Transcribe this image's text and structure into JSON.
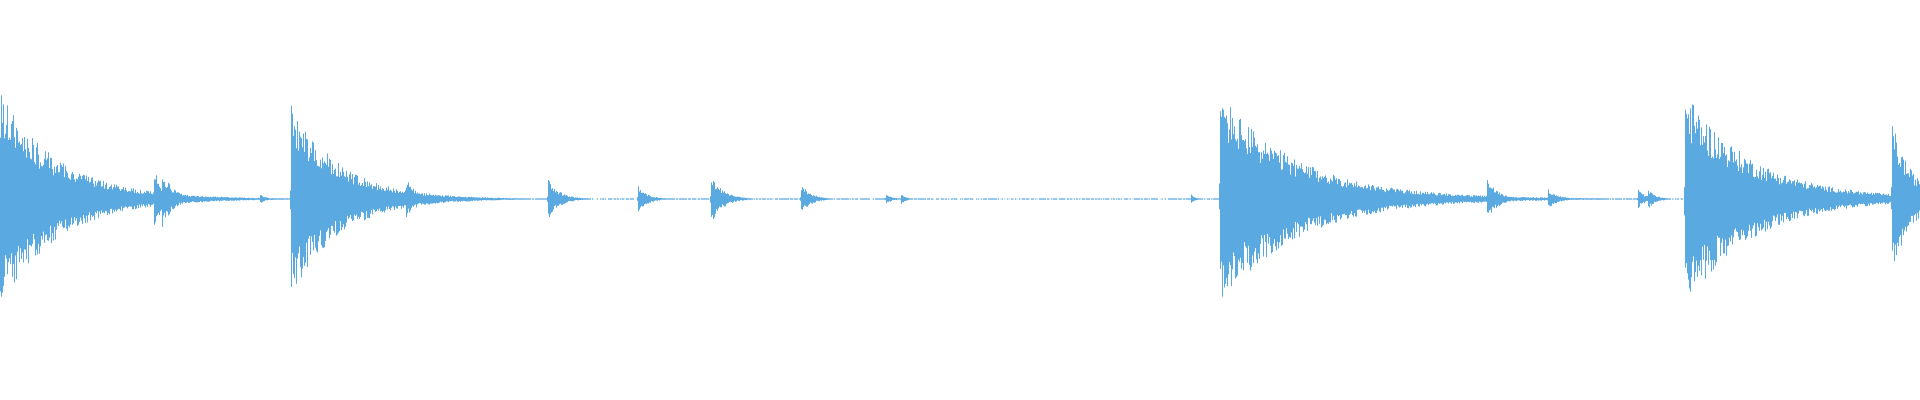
{
  "waveform": {
    "color": "#5aa9e0",
    "background": "#ffffff",
    "baseline_amplitude": 0.006,
    "onsets": [
      {
        "t": 0.0,
        "amp": 1.0,
        "decay": 0.03,
        "tail": 0.07
      },
      {
        "t": 0.08,
        "amp": 0.3,
        "decay": 0.004,
        "tail": 0.0
      },
      {
        "t": 0.084,
        "amp": 0.28,
        "decay": 0.006,
        "tail": 0.02
      },
      {
        "t": 0.135,
        "amp": 0.05,
        "decay": 0.003,
        "tail": 0.0
      },
      {
        "t": 0.1515,
        "amp": 0.9,
        "decay": 0.025,
        "tail": 0.065
      },
      {
        "t": 0.211,
        "amp": 0.2,
        "decay": 0.006,
        "tail": 0.025
      },
      {
        "t": 0.285,
        "amp": 0.2,
        "decay": 0.006,
        "tail": 0.02
      },
      {
        "t": 0.332,
        "amp": 0.13,
        "decay": 0.005,
        "tail": 0.015
      },
      {
        "t": 0.37,
        "amp": 0.24,
        "decay": 0.006,
        "tail": 0.02
      },
      {
        "t": 0.417,
        "amp": 0.15,
        "decay": 0.005,
        "tail": 0.025
      },
      {
        "t": 0.461,
        "amp": 0.06,
        "decay": 0.003,
        "tail": 0.0
      },
      {
        "t": 0.469,
        "amp": 0.05,
        "decay": 0.003,
        "tail": 0.0
      },
      {
        "t": 0.62,
        "amp": 0.05,
        "decay": 0.002,
        "tail": 0.0
      },
      {
        "t": 0.635,
        "amp": 1.0,
        "decay": 0.04,
        "tail": 0.12
      },
      {
        "t": 0.649,
        "amp": 0.36,
        "decay": 0.006,
        "tail": 0.02
      },
      {
        "t": 0.76,
        "amp": 0.05,
        "decay": 0.002,
        "tail": 0.0
      },
      {
        "t": 0.774,
        "amp": 0.2,
        "decay": 0.006,
        "tail": 0.02
      },
      {
        "t": 0.806,
        "amp": 0.1,
        "decay": 0.005,
        "tail": 0.025
      },
      {
        "t": 0.853,
        "amp": 0.09,
        "decay": 0.004,
        "tail": 0.01
      },
      {
        "t": 0.858,
        "amp": 0.1,
        "decay": 0.004,
        "tail": 0.01
      },
      {
        "t": 0.8775,
        "amp": 1.0,
        "decay": 0.035,
        "tail": 0.075
      },
      {
        "t": 0.956,
        "amp": 0.08,
        "decay": 0.003,
        "tail": 0.0
      },
      {
        "t": 0.985,
        "amp": 0.75,
        "decay": 0.01,
        "tail": 0.03
      }
    ]
  }
}
